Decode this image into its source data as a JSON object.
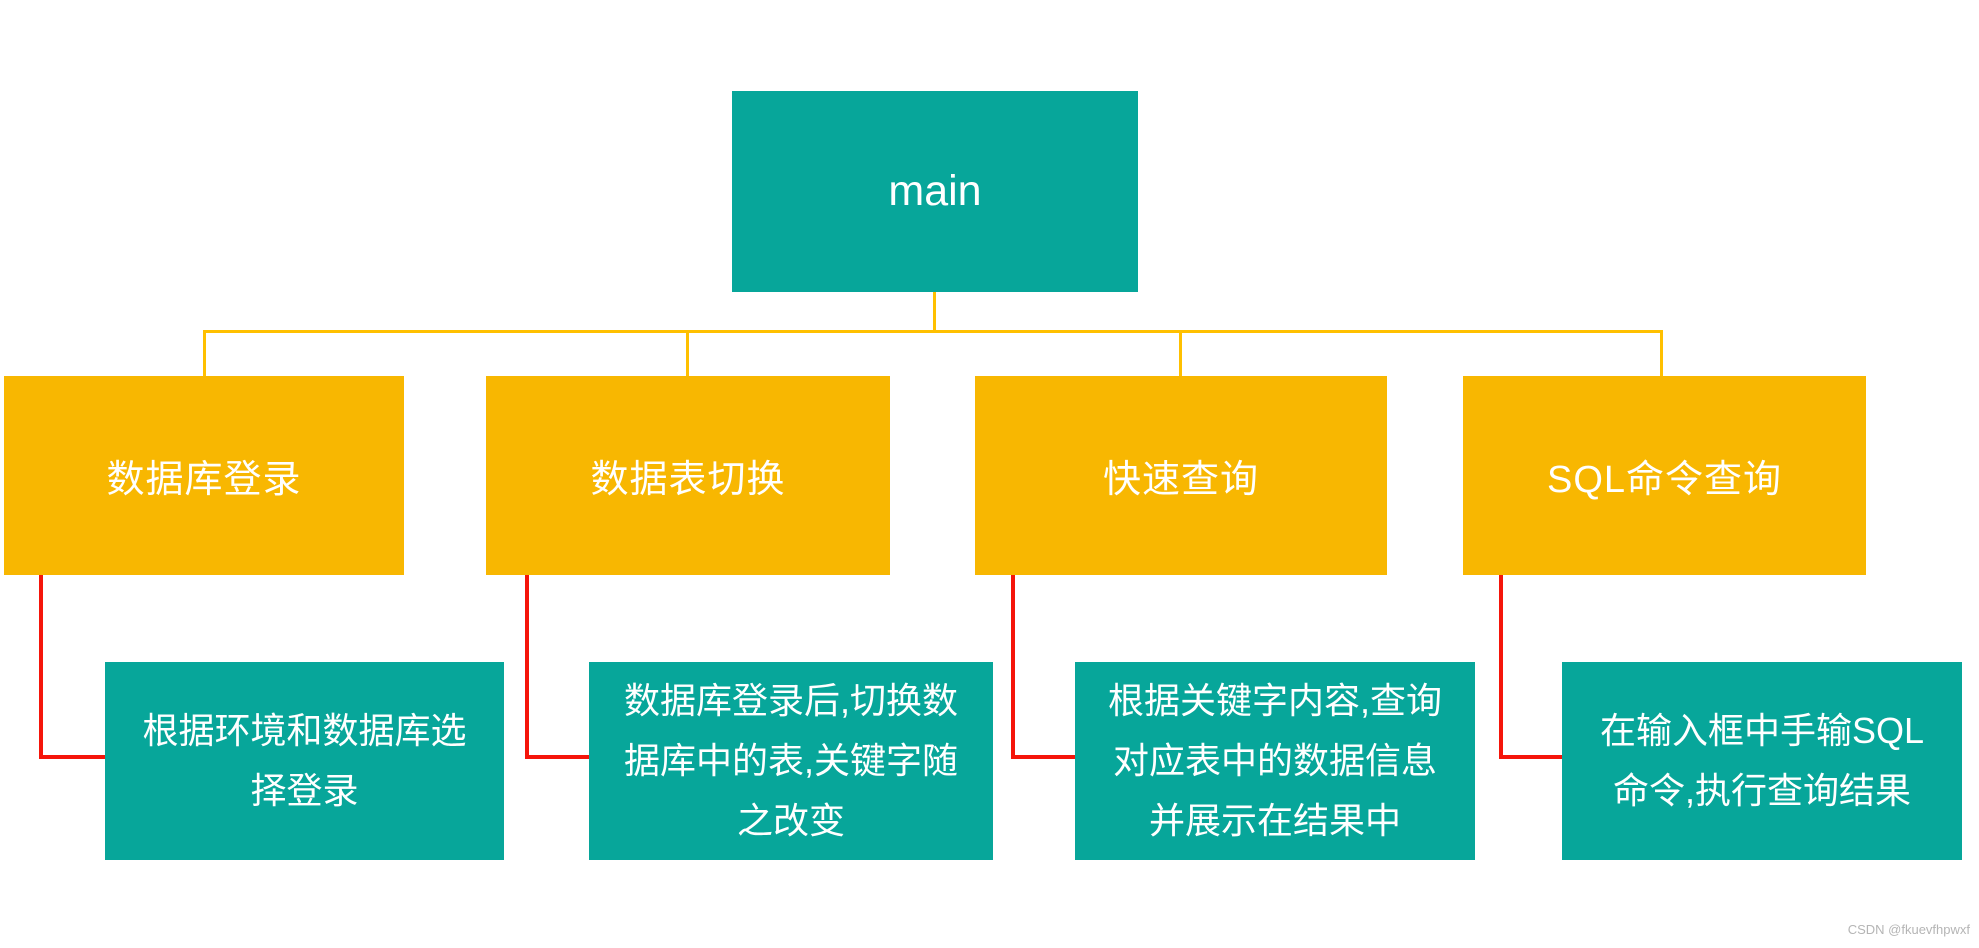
{
  "colors": {
    "teal": "#07a69a",
    "orange": "#f8b701",
    "line": "#ffc000",
    "red": "#f5150a",
    "watermark": "#b5b5b5"
  },
  "nodes": {
    "root": {
      "label": "main"
    },
    "level2": [
      {
        "label": "数据库登录"
      },
      {
        "label": "数据表切换"
      },
      {
        "label": "快速查询"
      },
      {
        "label": "SQL命令查询"
      }
    ],
    "level3": [
      {
        "lines": [
          "根据环境和数据库选",
          "择登录"
        ]
      },
      {
        "lines": [
          "数据库登录后,切换数",
          "据库中的表,关键字随",
          "之改变"
        ]
      },
      {
        "lines": [
          "根据关键字内容,查询",
          "对应表中的数据信息",
          "并展示在结果中"
        ]
      },
      {
        "lines": [
          "在输入框中手输SQL",
          "命令,执行查询结果"
        ]
      }
    ]
  },
  "watermark": {
    "text": "CSDN @fkuevfhpwxf"
  }
}
